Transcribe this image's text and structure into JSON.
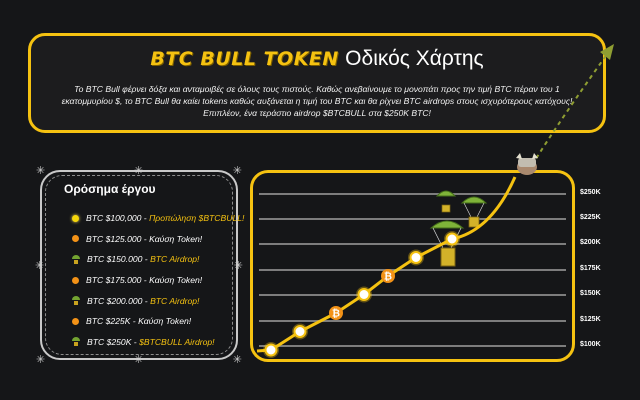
{
  "header": {
    "brand": "BTC BULL TOKEN",
    "title_rest": "Οδικός Χάρτης",
    "description": "Το BTC Bull φέρνει δόξα και ανταμοιβές σε όλους τους πιστούς. Καθώς ανεβαίνουμε το μονοπάτι προς την τιμή BTC πέραν του 1 εκατομμυρίου $, το BTC Bull θα καίει tokens καθώς αυξάνεται η τιμή του BTC και θα ρίχνει BTC airdrops στους ισχυρότερους κατόχους! Επιπλέον, ένα τεράστιο airdrop $BTCBULL στα $250K BTC!"
  },
  "milestones": {
    "title": "Ορόσημα έργου",
    "items": [
      {
        "icon": "yellow-dot-icon",
        "price": "BTC $100,000 - ",
        "event": "Προπώληση $BTCBULL!",
        "style": "hl"
      },
      {
        "icon": "orange-dot-icon",
        "price": "BTC $125.000 - ",
        "event": "Καύση Token!",
        "style": "wh"
      },
      {
        "icon": "parachute-icon",
        "price": "BTC $150.000 - ",
        "event": "BTC Airdrop!",
        "style": "hl"
      },
      {
        "icon": "orange-dot-icon",
        "price": "BTC $175.000 - ",
        "event": "Καύση Token!",
        "style": "wh"
      },
      {
        "icon": "parachute-icon",
        "price": "BTC $200.000 - ",
        "event": "BTC Airdrop!",
        "style": "hl"
      },
      {
        "icon": "orange-dot-icon",
        "price": "BTC $225K - ",
        "event": "Καύση Token!",
        "style": "wh"
      },
      {
        "icon": "parachute-icon",
        "price": "BTC $250K - ",
        "event": "$BTCBULL Airdrop!",
        "style": "hl"
      }
    ]
  },
  "chart_data": {
    "type": "line",
    "y_tick_labels": [
      "$250K",
      "$225K",
      "$200K",
      "$175K",
      "$150K",
      "$125K",
      "$100K"
    ],
    "milestone_points": [
      100000,
      125000,
      150000,
      175000,
      200000,
      225000,
      250000
    ],
    "point_kinds": [
      "glow",
      "glow",
      "btc",
      "glow",
      "btc",
      "glow",
      "glow"
    ],
    "path_color": "#f5c211",
    "grid": true
  },
  "colors": {
    "accent": "#f5c211",
    "background": "#151618",
    "btc_orange": "#f39217",
    "grid": "#7d7d7d"
  }
}
